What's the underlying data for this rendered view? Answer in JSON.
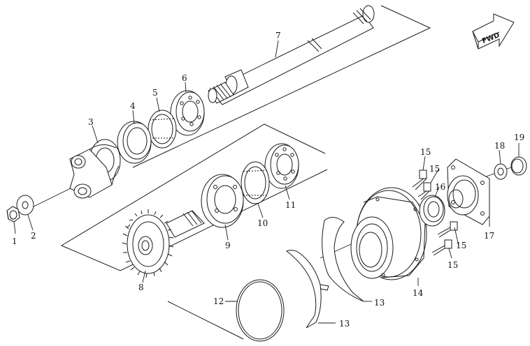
{
  "diagram": {
    "direction_arrow_text": "FWD",
    "callouts": [
      {
        "id": "nut",
        "label": "1"
      },
      {
        "id": "washer",
        "label": "2"
      },
      {
        "id": "yoke",
        "label": "3"
      },
      {
        "id": "seal-4",
        "label": "4"
      },
      {
        "id": "snap-ring-5",
        "label": "5"
      },
      {
        "id": "bearing-6",
        "label": "6"
      },
      {
        "id": "shaft",
        "label": "7"
      },
      {
        "id": "bevel-pinion",
        "label": "8"
      },
      {
        "id": "bearing-9",
        "label": "9"
      },
      {
        "id": "snap-ring-10",
        "label": "10"
      },
      {
        "id": "bearing-11",
        "label": "11"
      },
      {
        "id": "o-ring",
        "label": "12"
      },
      {
        "id": "shim-a",
        "label": "13"
      },
      {
        "id": "shim-b",
        "label": "13"
      },
      {
        "id": "housing",
        "label": "14"
      },
      {
        "id": "bolt-a",
        "label": "15"
      },
      {
        "id": "bolt-b",
        "label": "15"
      },
      {
        "id": "bolt-c",
        "label": "15"
      },
      {
        "id": "bolt-d",
        "label": "15"
      },
      {
        "id": "seal-16",
        "label": "16"
      },
      {
        "id": "cover",
        "label": "17"
      },
      {
        "id": "washer-18",
        "label": "18"
      },
      {
        "id": "plug-19",
        "label": "19"
      }
    ]
  }
}
